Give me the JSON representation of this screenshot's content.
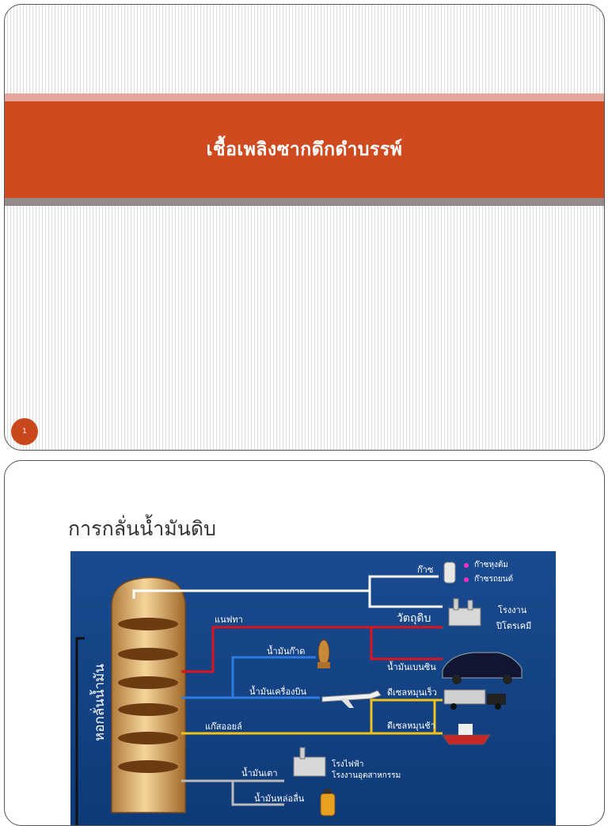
{
  "slide1": {
    "title": "เชื้อเพลิงซากดึกดำบรรพ์",
    "page_number": "1",
    "colors": {
      "band": "#cf4a1e",
      "band_top": "#e3a79d",
      "band_bottom": "#958a89"
    }
  },
  "slide2": {
    "title": "การกลั่นน้ำมันดิบ",
    "diagram": {
      "tower_label": "หอกลั่นน้ำมัน",
      "gas": "ก๊าซ",
      "gas_use_1": "ก๊าซหุงต้ม",
      "gas_use_2": "ก๊าซรถยนต์",
      "raw_material": "วัตถุดิบ",
      "petrochem_1": "โรงงาน",
      "petrochem_2": "ปิโตรเคมี",
      "naphtha": "แนฟทา",
      "kerosene": "น้ำมันก๊าด",
      "gasoline": "น้ำมันเบนซิน",
      "jet_fuel": "น้ำมันเครื่องบิน",
      "diesel_fast": "ดีเซลหมุนเร็ว",
      "gas_oil": "แก๊สออยล์",
      "diesel_slow": "ดีเซลหมุนช้า",
      "power_plant": "โรงไฟฟ้า",
      "industry": "โรงงานอุตสาหกรรม",
      "fuel_oil": "น้ำมันเตา",
      "lube_oil": "น้ำมันหล่อลื่น"
    }
  }
}
